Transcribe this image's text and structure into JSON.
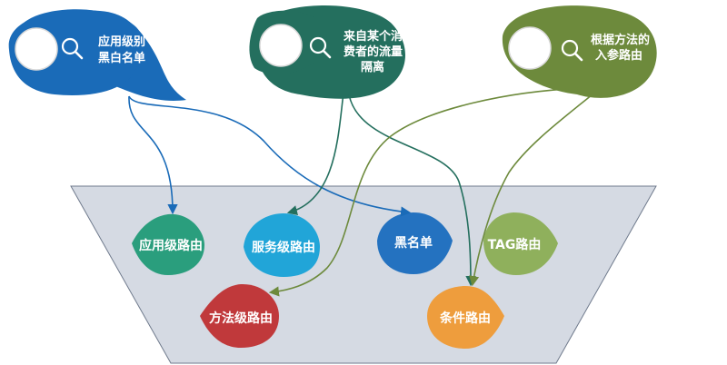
{
  "colors": {
    "funnel_fill": "#d5dae3",
    "funnel_stroke": "#6f7a8c",
    "app_blue": "#1a6bb8",
    "consumer_green": "#246f5e",
    "method_olive": "#6d8a3c",
    "app_level": "#2a9e7d",
    "service_level": "#21a5d8",
    "blacklist": "#2472c0",
    "tag": "#8fb05c",
    "method_level": "#c0393b",
    "condition": "#ee9d3d"
  },
  "sources": [
    {
      "id": "app_blacklist",
      "lines": [
        "应用级别",
        "黑白名单"
      ],
      "icon": "search-icon"
    },
    {
      "id": "consumer_isolation",
      "lines": [
        "来自某个消",
        "费者的流量",
        "隔离"
      ],
      "icon": "search-icon"
    },
    {
      "id": "method_param",
      "lines": [
        "根据方法的",
        "入参路由"
      ],
      "icon": "search-icon"
    }
  ],
  "routes": {
    "app_level": "应用级路由",
    "service_level": "服务级路由",
    "blacklist": "黑名单",
    "tag": "TAG路由",
    "method_level": "方法级路由",
    "condition": "条件路由"
  }
}
